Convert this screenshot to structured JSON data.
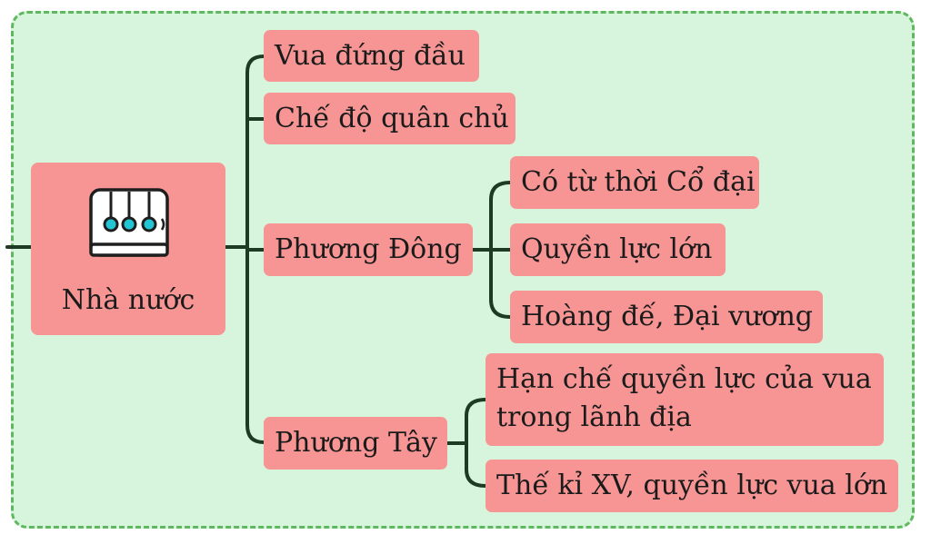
{
  "root": {
    "label": "Nhà nước",
    "icon": "newtons-cradle-icon"
  },
  "branches": [
    {
      "label": "Vua đứng đầu"
    },
    {
      "label": "Chế độ quân chủ"
    },
    {
      "label": "Phương Đông",
      "children": [
        {
          "label": "Có từ thời Cổ đại"
        },
        {
          "label": "Quyền lực lớn"
        },
        {
          "label": "Hoàng đế, Đại vương"
        }
      ]
    },
    {
      "label": "Phương Tây",
      "children": [
        {
          "label": "Hạn chế quyền lực của vua trong lãnh địa"
        },
        {
          "label": "Thế kỉ XV, quyền lực vua lớn"
        }
      ]
    }
  ],
  "colors": {
    "background": "#d6f5dc",
    "border": "#5fb85f",
    "node": "#f79594",
    "line": "#1e3a23",
    "icon_accent": "#22c5d4"
  }
}
